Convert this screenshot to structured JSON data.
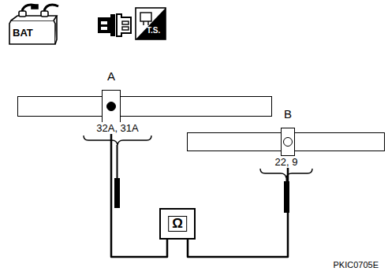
{
  "diagram": {
    "nodes": [
      {
        "text": [
          "A"
        ]
      },
      {
        "text": [
          "B"
        ]
      },
      {
        "text": [
          "Ω"
        ]
      },
      {
        "text": [
          "BAT"
        ]
      },
      {
        "text": [
          "T.S."
        ]
      }
    ],
    "edges": [
      {
        "from": 0,
        "to": 2,
        "arrow": "none"
      },
      {
        "from": 2,
        "to": 1,
        "arrow": "none"
      }
    ],
    "labels": [
      "32A, 31A",
      "22, 9",
      "PKIC0705E"
    ]
  }
}
